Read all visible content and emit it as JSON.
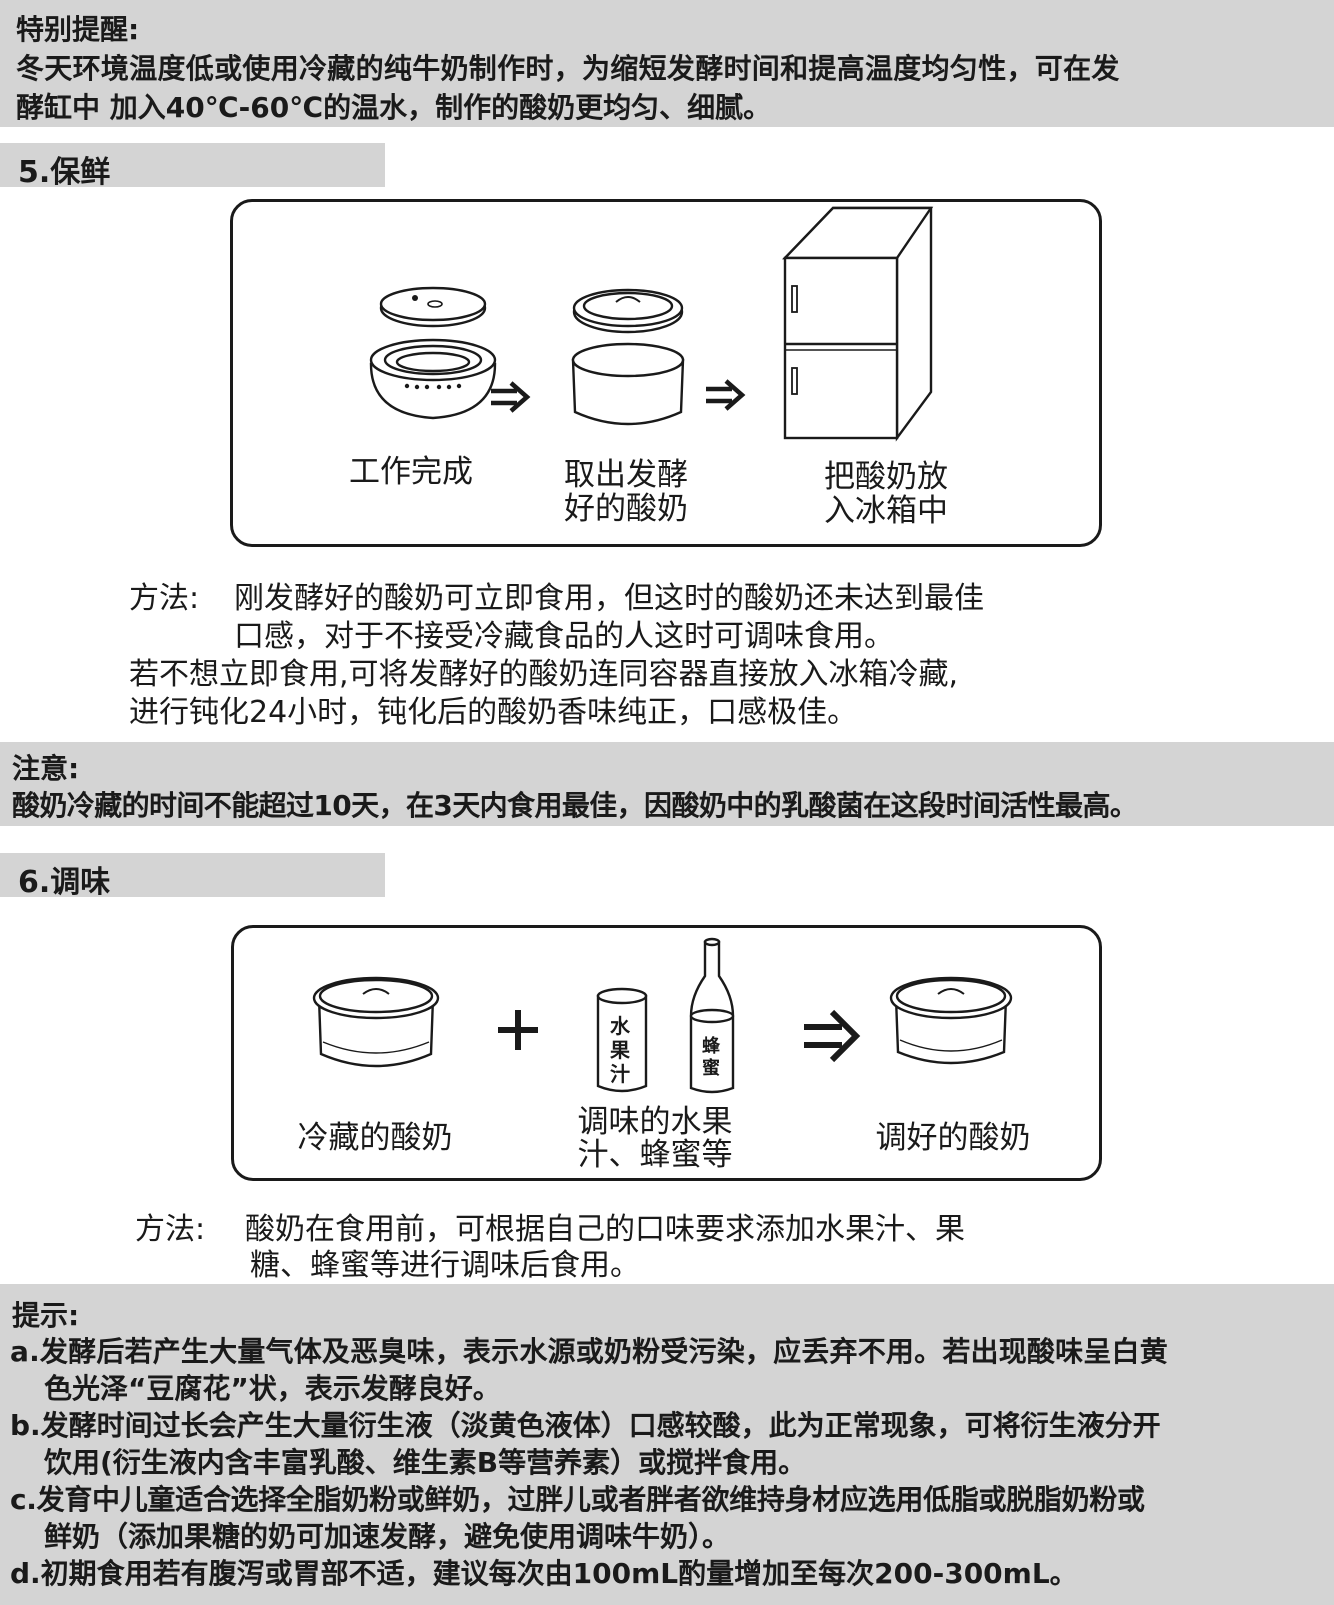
{
  "reminder": {
    "heading": "特别提醒:",
    "lines": [
      "冬天环境温度低或使用冷藏的纯牛奶制作时，为缩短发酵时间和提高温度均匀性，可在发",
      "酵缸中 加入40℃-60℃的温水，制作的酸奶更均匀、细腻。"
    ]
  },
  "section5": {
    "title": "5.保鲜",
    "steps": [
      {
        "caption": [
          "工作完成"
        ]
      },
      {
        "caption": [
          "取出发酵",
          "好的酸奶"
        ]
      },
      {
        "caption": [
          "把酸奶放",
          "入冰箱中"
        ]
      }
    ],
    "method_label": "方法:",
    "method_lines": [
      "刚发酵好的酸奶可立即食用，但这时的酸奶还未达到最佳",
      "口感，对于不接受冷藏食品的人这时可调味食用。",
      "若不想立即食用,可将发酵好的酸奶连同容器直接放入冰箱冷藏,",
      "进行钝化24小时，钝化后的酸奶香味纯正，口感极佳。"
    ]
  },
  "notice": {
    "heading": "注意:",
    "text": "酸奶冷藏的时间不能超过10天，在3天内食用最佳，因酸奶中的乳酸菌在这段时间活性最高。"
  },
  "section6": {
    "title": "6.调味",
    "juice_label": [
      "水",
      "果",
      "汁"
    ],
    "honey_label": [
      "蜂",
      "蜜"
    ],
    "steps": [
      {
        "caption": [
          "冷藏的酸奶"
        ]
      },
      {
        "caption": [
          "调味的水果",
          "汁、蜂蜜等"
        ]
      },
      {
        "caption": [
          "调好的酸奶"
        ]
      }
    ],
    "method_label": "方法:",
    "method_lines": [
      "酸奶在食用前，可根据自己的口味要求添加水果汁、果",
      "糖、蜂蜜等进行调味后食用。"
    ]
  },
  "tips": {
    "heading": "提示:",
    "lines": [
      "a.发酵后若产生大量气体及恶臭味，表示水源或奶粉受污染，应丢弃不用。若出现酸味呈白黄",
      "色光泽“豆腐花”状，表示发酵良好。",
      "b.发酵时间过长会产生大量衍生液（淡黄色液体）口感较酸，此为正常现象，可将衍生液分开",
      "饮用(衍生液内含丰富乳酸、维生素B等营养素）或搅拌食用。",
      "c.发育中儿童适合选择全脂奶粉或鲜奶，过胖儿或者胖者欲维持身材应选用低脂或脱脂奶粉或",
      "鲜奶（添加果糖的奶可加速发酵，避免使用调味牛奶）。",
      "d.初期食用若有腹泻或胃部不适，建议每次由100mL酌量增加至每次200-300mL。"
    ]
  },
  "icons": {
    "arrow": "double-arrow-icon",
    "plus": "plus-icon"
  }
}
